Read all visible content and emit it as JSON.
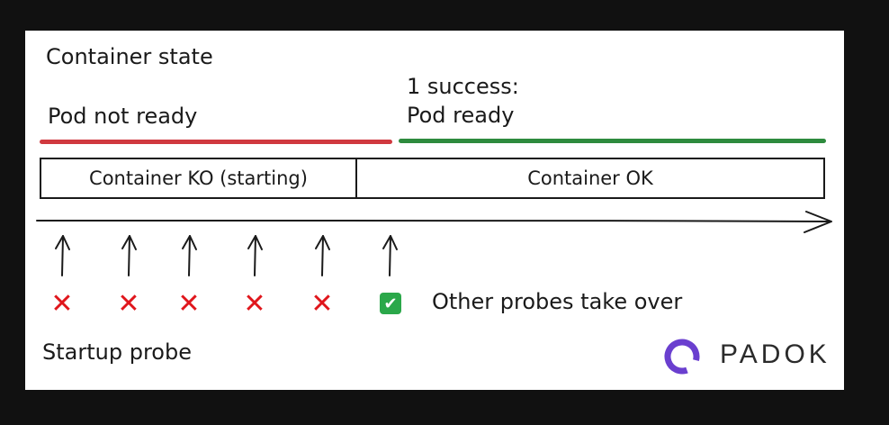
{
  "labels": {
    "container_state": "Container state",
    "pod_not_ready": "Pod not ready",
    "success_line1": "1 success:",
    "success_line2": "Pod ready",
    "container_ko": "Container KO (starting)",
    "container_ok": "Container OK",
    "other_probes": "Other probes take over",
    "startup_probe": "Startup probe"
  },
  "probes": [
    {
      "result": "fail",
      "glyph": "✕"
    },
    {
      "result": "fail",
      "glyph": "✕"
    },
    {
      "result": "fail",
      "glyph": "✕"
    },
    {
      "result": "fail",
      "glyph": "✕"
    },
    {
      "result": "fail",
      "glyph": "✕"
    },
    {
      "result": "success",
      "glyph": "✔"
    }
  ],
  "logo": {
    "text": "PADOK",
    "icon": "padok-logo-icon"
  },
  "colors": {
    "not_ready": "#d0393f",
    "ready": "#2e8b3e",
    "fail": "#e0161c",
    "success": "#2ba84a",
    "logo_accent": "#6a3fcf"
  }
}
